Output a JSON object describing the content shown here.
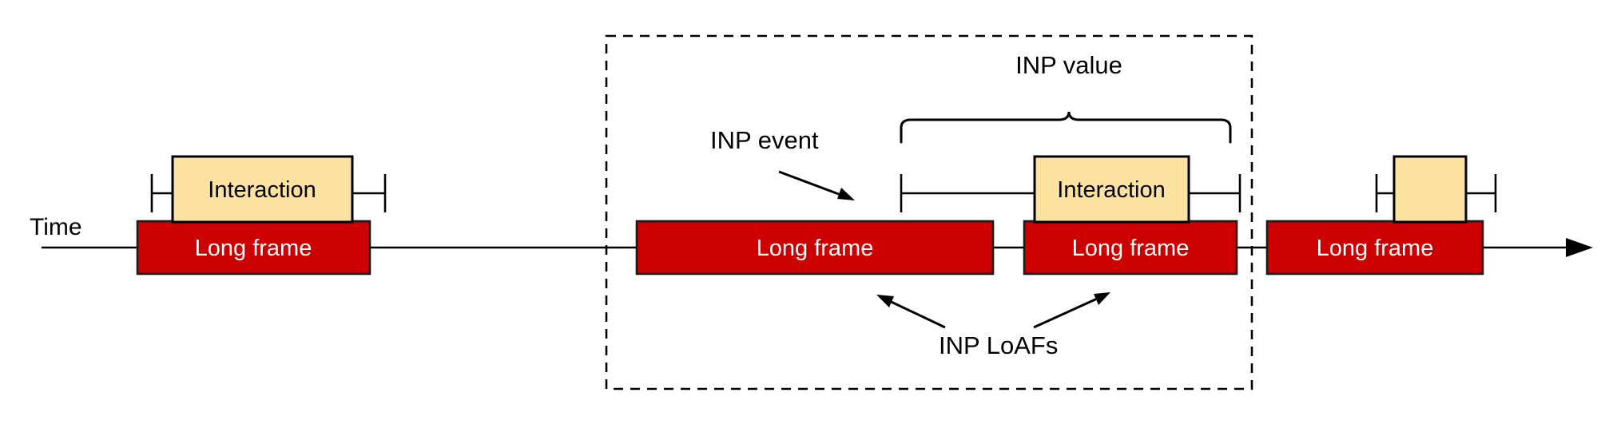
{
  "diagram": {
    "title_axis_label": "Time",
    "colors": {
      "frame_fill": "#CC0000",
      "frame_stroke": "#1A1A1A",
      "interaction_fill": "#FCE2A0",
      "interaction_stroke": "#000000",
      "line": "#000000",
      "frame_text": "#FFFFFF",
      "background": "#FFFFFF"
    },
    "labels": {
      "long_frame": "Long frame",
      "interaction": "Interaction",
      "inp_event": "INP event",
      "inp_value": "INP value",
      "inp_loafs": "INP LoAFs"
    },
    "groups": [
      {
        "name": "first-group",
        "frame_label": "Long frame",
        "interaction_label": "Interaction",
        "has_interaction": true,
        "in_dashed_region": false
      },
      {
        "name": "inp-previous-frame",
        "frame_label": "Long frame",
        "has_interaction": false,
        "in_dashed_region": true
      },
      {
        "name": "inp-presentation-frame",
        "frame_label": "Long frame",
        "interaction_label": "Interaction",
        "has_interaction": true,
        "in_dashed_region": true
      },
      {
        "name": "last-group",
        "frame_label": "Long frame",
        "interaction_label": "",
        "has_interaction": true,
        "in_dashed_region": false
      }
    ],
    "annotations": [
      {
        "name": "inp-event",
        "text": "INP event",
        "points_to": "inp-presentation-frame-interaction-start"
      },
      {
        "name": "inp-value",
        "text": "INP value",
        "brace": true,
        "spans": "interaction-start-to-frame-end"
      },
      {
        "name": "inp-loafs",
        "text": "INP LoAFs",
        "points_to": "both-inp-long-frames"
      }
    ],
    "dashed_region": {
      "name": "inp-region",
      "style": "dashed"
    }
  }
}
